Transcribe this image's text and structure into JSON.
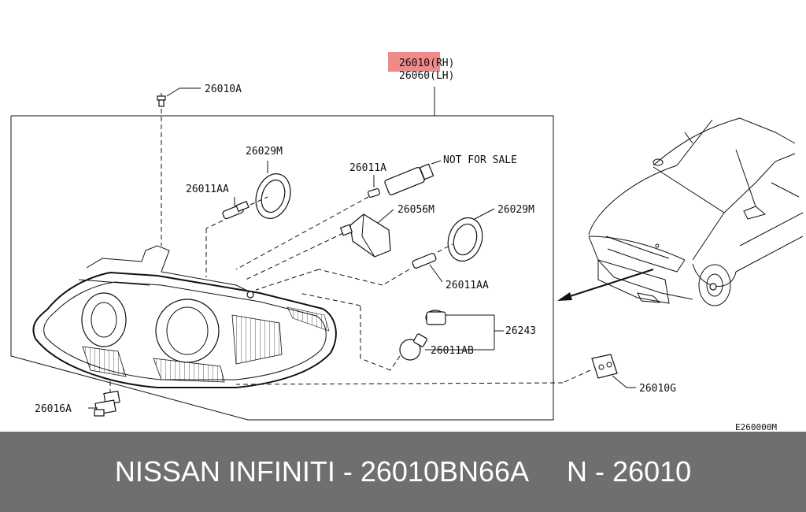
{
  "labels": {
    "main_rh": "26010",
    "main_rh_suffix": "(RH)",
    "main_lh": "26060(LH)",
    "screw": "26010A",
    "cap_top": "26029M",
    "bulb_aa_top": "26011AA",
    "bulb_a": "26011A",
    "not_for_sale": "NOT FOR SALE",
    "socket": "26056M",
    "cap_right": "26029M",
    "bulb_aa_right": "26011AA",
    "kit": "26243",
    "bulb_ab": "26011AB",
    "bracket": "26016A",
    "clip": "26010G",
    "diagram_code": "E260000M"
  },
  "footer": {
    "text": "NISSAN INFINITI - 26010BN66A     N - 26010"
  },
  "colors": {
    "highlight": "#f08a8a",
    "footer_bg": "#6f6f6f",
    "footer_text": "#ffffff"
  }
}
